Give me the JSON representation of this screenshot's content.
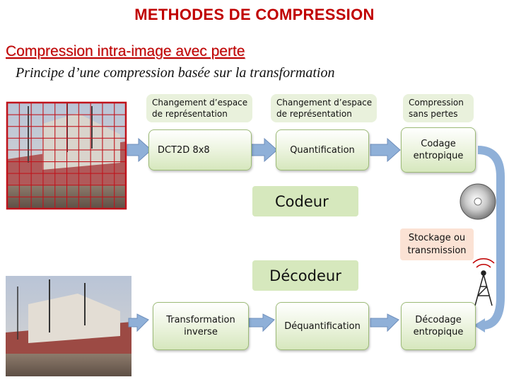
{
  "title": "METHODES DE COMPRESSION",
  "subtitle": "Compression intra-image avec perte",
  "principle": "Principe d’une compression basée sur la transformation",
  "coder": {
    "labels": [
      "Changement d’espace de représentation",
      "Changement d’espace de représentation",
      "Compression sans pertes"
    ],
    "steps": [
      "DCT2D 8x8",
      "Quantification",
      "Codage entropique"
    ],
    "name": "Codeur"
  },
  "storage": "Stockage ou transmission",
  "decoder": {
    "name": "Décodeur",
    "steps": [
      "Transformation inverse",
      "Déquantification",
      "Décodage entropique"
    ]
  },
  "colors": {
    "title": "#c00000",
    "process_fill": "#d6e7bd",
    "arrow": "#8fb0d8",
    "storage_fill": "#fbe2d4"
  }
}
